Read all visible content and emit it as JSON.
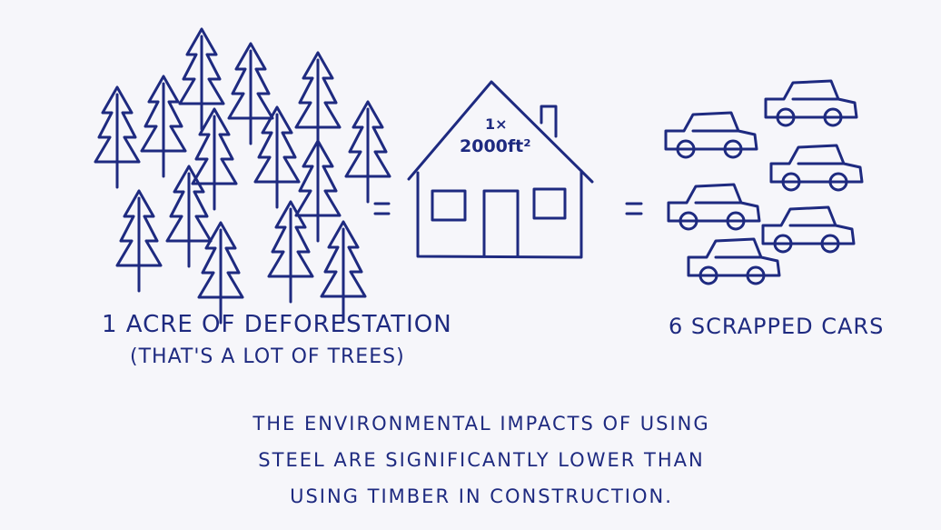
{
  "left_label_line1": "1 ACRE OF DEFORESTATION",
  "left_label_line2": "(THAT'S A LOT OF TREES)",
  "right_label": "6 SCRAPPED CARS",
  "house_count": "1×",
  "house_area": "2000ft²",
  "equals_left": "=",
  "equals_right": "=",
  "caption": {
    "line1": "THE ENVIRONMENTAL IMPACTS OF USING",
    "line2": "STEEL ARE SIGNIFICANTLY LOWER THAN",
    "line3": "USING TIMBER IN CONSTRUCTION."
  },
  "colors": {
    "ink": "#1e2a80",
    "background": "#f6f6fa"
  },
  "icons": [
    "tree-icon",
    "house-icon",
    "car-icon"
  ]
}
